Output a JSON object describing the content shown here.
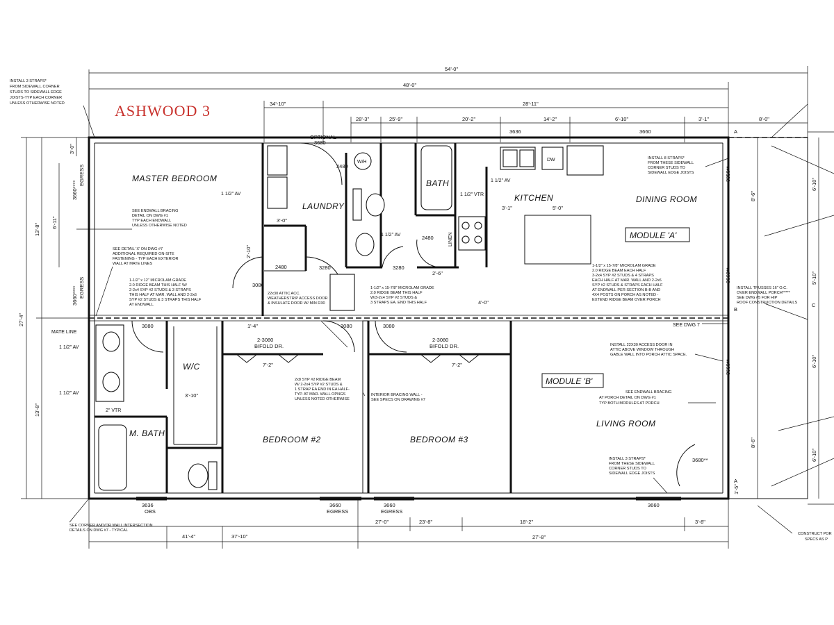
{
  "title": "ASHWOOD 3",
  "rooms": {
    "master_bedroom": "MASTER BEDROOM",
    "laundry": "LAUNDRY",
    "bath": "BATH",
    "kitchen": "KITCHEN",
    "dining_room": "DINING ROOM",
    "wic": "W/C",
    "m_bath": "M. BATH",
    "bedroom2": "BEDROOM #2",
    "bedroom3": "BEDROOM #3",
    "living_room": "LIVING ROOM",
    "module_a": "MODULE 'A'",
    "module_b": "MODULE 'B'",
    "linen": "LINEN",
    "wh": "W/H",
    "dw": "DW"
  },
  "dimensions": {
    "overall": "54'-0\"",
    "width48": "48'-0\"",
    "d34_10": "34'-10\"",
    "d28_11": "28'-11\"",
    "d28_3": "28'-3\"",
    "d25_9": "25'-9\"",
    "d20_2": "20'-2\"",
    "d14_2": "14'-2\"",
    "d6_10": "6'-10\"",
    "d3_1": "3'-1\"",
    "d8_0": "8'-0\"",
    "depth27_4": "27'-4\"",
    "d13_8a": "13'-8\"",
    "d13_8b": "13'-8\"",
    "d6_11": "6'-11\"",
    "d3_0": "3'-0\"",
    "d2_10": "2'-10\"",
    "d3_1b": "3'-1\"",
    "d5_0": "5'-0\"",
    "d2_6": "2'-6\"",
    "d4_0": "4'-0\"",
    "d1_4": "1'-4\"",
    "d7_2a": "7'-2\"",
    "d7_2b": "7'-2\"",
    "d3_10": "3'-10\"",
    "b41_4": "41'-4\"",
    "b37_10": "37'-10\"",
    "b27_0": "27'-0\"",
    "b23_8": "23'-8\"",
    "b18_2": "18'-2\"",
    "b27_8": "27'-8\"",
    "b3_8": "3'-8\"",
    "r6_10a": "6'-10\"",
    "r8_6": "8'-6\"",
    "r6_10b": "6'-10\"",
    "r5_10": "5'-10\"",
    "r8_6b": "8'-6\"",
    "r6_10c": "6'-10\"",
    "r1_5": "1'-5\""
  },
  "openings": {
    "o3636_top": "3636",
    "o3660_top": "3660",
    "o3660_egress_mb": "3660****",
    "o3660_egress_mb2": "3660****",
    "egress": "EGRESS",
    "optional": "OPTIONAL",
    "o3680_opt": "3680",
    "o2480a": "2480",
    "o2480b": "2480",
    "o2480c": "2480",
    "o3280a": "3280",
    "o3280b": "3280",
    "o3080a": "3080",
    "o3080b": "3080",
    "o3080c": "3080",
    "o3080d": "3080",
    "o3850": "3850**",
    "o3660r": "3660**",
    "o3660r2": "3660**",
    "o3680r": "3680**",
    "bifold1": "2-3080",
    "bifold1b": "BIFOLD DR.",
    "bifold2": "2-3080",
    "bifold2b": "BIFOLD DR.",
    "b3636": "3636",
    "obs": "OBS",
    "b3660a": "3660",
    "egress_b1": "EGRESS",
    "b3660b": "3660",
    "egress_b2": "EGRESS",
    "b3660c": "3660"
  },
  "labels": {
    "av1": "1 1/2\" AV",
    "av2": "1 1/2\" AV",
    "av3": "1 1/2\" AV",
    "av4": "1 1/2\" AV",
    "av5": "1 1/2\" AV",
    "vtr1": "1 1/2\" VTR",
    "vtr2": "2\" VTR",
    "mate_line": "MATE LINE",
    "see_dwg7": "SEE DWG 7"
  },
  "notes": {
    "n1": [
      "INSTALL 3 STRAPS*",
      "FROM SIDEWALL CORNER",
      "STUDS TO SIDEWALL EDGE",
      "JOISTS-TYP EACH CORNER",
      "UNLESS OTHERWISE NOTED"
    ],
    "n2": [
      "SEE ENDWALL BRACING",
      "DETAIL ON DWG #1",
      "TYP EACH ENDWALL",
      "UNLESS OTHERWISE NOTED"
    ],
    "n3": [
      "SEE DETAIL 'X' ON DWG #7",
      "ADDITIONAL REQUIRED ON-SITE",
      "FASTENING - TYP EACH EXTERIOR",
      "WALL AT MATE LINES"
    ],
    "n4": [
      "1-1/2\" x 12\" MICROLAM GRADE",
      "2.0 RIDGE BEAM THIS HALF W/",
      "2-2x4 SYP #2 STUDS & 3 STRAPS",
      "THIS HALF AT MAR. WALL AND 2-2x6",
      "SYP #2 STUDS & 3 STRAPS THIS HALF",
      "AT ENDWALL"
    ],
    "n5": [
      "22x30 ATTIC ACC.",
      "WEATHERSTRIP ACCESS DOOR",
      "& INSULATE DOOR W/ MIN R30"
    ],
    "n6": [
      "1-1/2\" x 15-7/8\" MICROLAM GRADE",
      "2.0 RIDGE BEAM THIS HALF",
      "W/3-2x4 SYP #2 STUDS &",
      "3 STRAPS EA. END THIS HALF"
    ],
    "n7": [
      "1-1/2\" x 15-7/8\" MICROLAM GRADE",
      "2.0 RIDGE BEAM EACH HALF",
      "3-2x4 SYP #2 STUDS & 4 STRAPS",
      "EACH HALF AT MAR. WALL AND 2-2x6",
      "SYP #2 STUDS & STRAPS EACH HALF",
      "AT ENDWALL PER SECTION B-B AND",
      "4X4 POSTS ON PORCH AS NOTED -",
      "EXTEND RIDGE BEAM OVER PORCH"
    ],
    "n8": [
      "INSTALL 8 STRAPS*",
      "FROM THESE SIDEWALL",
      "CORNER STUDS TO",
      "SIDEWALL EDGE JOISTS"
    ],
    "n9": [
      "INSTALL TRUSSES 16\" O.C.",
      "OVER ENDWALL PORCH*****",
      "SEE DWG #5 FOR HIP",
      "ROOF CONSTRUCTION DETAILS"
    ],
    "n10": [
      "2x8 SYP #2 RIDGE BEAM",
      "W/ 2-2x4 SYP #2 STUDS &",
      "1 STRAP EA END IN EA HALF-",
      "TYP. AT MAR. WALL OPNGS",
      "UNLESS NOTED OTHERWISE"
    ],
    "n11": [
      "INTERIOR BRACING WALL -",
      "SEE SPECS ON DRAWING #7"
    ],
    "n12": [
      "INSTALL 22X30 ACCESS DOOR IN",
      "ATTIC ABOVE WINDOW THROUGH",
      "GABLE WALL INTO PORCH ATTIC SPACE."
    ],
    "n13": [
      "SEE ENDWALL BRACING",
      "AT PORCH DETAIL ON DWG #1",
      "TYP BOTH MODULES AT PORCH"
    ],
    "n14": [
      "INSTALL 3 STRAPS*",
      "FROM THESE SIDEWALL",
      "CORNER STUDS TO",
      "SIDEWALL EDGE JOISTS"
    ],
    "n15": [
      "SEE CORNER AND/OR WALL INTERSECTION",
      "DETAILS ON DWG #7 - TYPICAL"
    ],
    "n16": [
      "CONSTRUCT POR",
      "SPECS AS P"
    ]
  },
  "markers": {
    "a": "A",
    "b": "B",
    "c": "C"
  }
}
